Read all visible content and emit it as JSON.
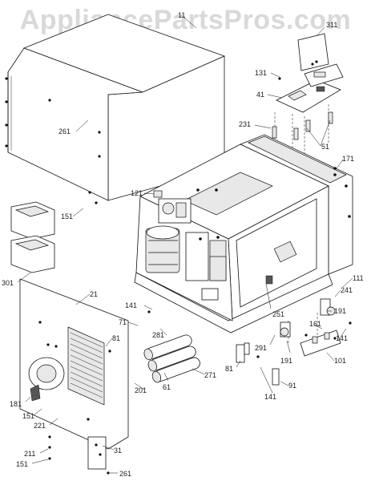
{
  "watermark": "AppliancePartsPros.com",
  "callouts": [
    {
      "id": "c11",
      "text": "11"
    },
    {
      "id": "c311",
      "text": "311"
    },
    {
      "id": "c131",
      "text": "131"
    },
    {
      "id": "c41",
      "text": "41"
    },
    {
      "id": "c231",
      "text": "231"
    },
    {
      "id": "c51",
      "text": "51"
    },
    {
      "id": "c171",
      "text": "171"
    },
    {
      "id": "c261a",
      "text": "261"
    },
    {
      "id": "c121",
      "text": "121"
    },
    {
      "id": "c151a",
      "text": "151"
    },
    {
      "id": "c301",
      "text": "301"
    },
    {
      "id": "c21",
      "text": "21"
    },
    {
      "id": "c111",
      "text": "111"
    },
    {
      "id": "c241",
      "text": "241"
    },
    {
      "id": "c141a",
      "text": "141"
    },
    {
      "id": "c71",
      "text": "71"
    },
    {
      "id": "c281",
      "text": "281"
    },
    {
      "id": "c251",
      "text": "251"
    },
    {
      "id": "c191a",
      "text": "191"
    },
    {
      "id": "c161",
      "text": "161"
    },
    {
      "id": "c141b",
      "text": "141"
    },
    {
      "id": "c291",
      "text": "291"
    },
    {
      "id": "c191b",
      "text": "191"
    },
    {
      "id": "c101",
      "text": "101"
    },
    {
      "id": "c81a",
      "text": "81"
    },
    {
      "id": "c81b",
      "text": "81"
    },
    {
      "id": "c61",
      "text": "61"
    },
    {
      "id": "c271",
      "text": "271"
    },
    {
      "id": "c201",
      "text": "201"
    },
    {
      "id": "c91",
      "text": "91"
    },
    {
      "id": "c141c",
      "text": "141"
    },
    {
      "id": "c181",
      "text": "181"
    },
    {
      "id": "c151b",
      "text": "151"
    },
    {
      "id": "c221",
      "text": "221"
    },
    {
      "id": "c211",
      "text": "211"
    },
    {
      "id": "c31",
      "text": "31"
    },
    {
      "id": "c151c",
      "text": "151"
    },
    {
      "id": "c261b",
      "text": "261"
    }
  ]
}
